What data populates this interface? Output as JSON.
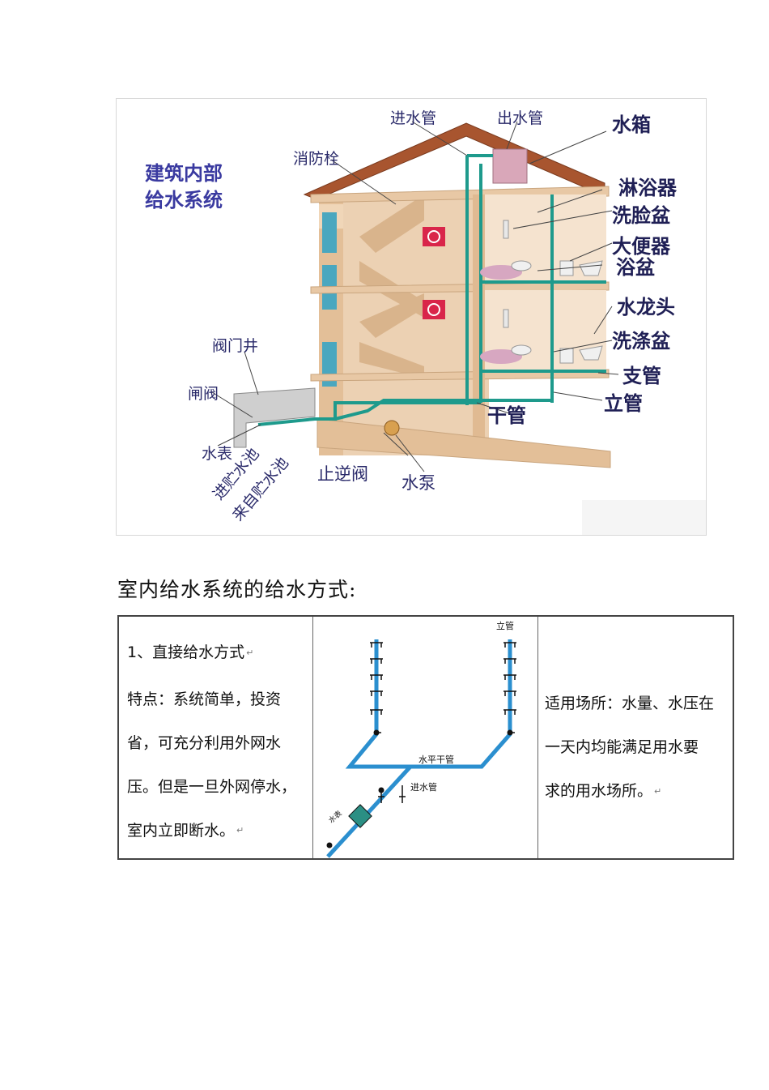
{
  "figure": {
    "title_line1": "建筑内部",
    "title_line2": "给水系统",
    "labels": {
      "inlet_pipe": "进水管",
      "outlet_pipe": "出水管",
      "water_tank": "水箱",
      "hydrant": "消防栓",
      "shower": "淋浴器",
      "washbasin": "洗脸盆",
      "toilet": "大便器",
      "bathtub": "浴盆",
      "faucet": "水龙头",
      "sink": "洗涤盆",
      "branch_pipe": "支管",
      "riser": "立管",
      "main_pipe": "干管",
      "valve_well": "阀门井",
      "gate_valve": "闸阀",
      "water_meter": "水表",
      "to_storage": "进贮水池",
      "from_storage": "来自贮水池",
      "check_valve": "止逆阀",
      "pump": "水泵"
    }
  },
  "section_heading": "室内给水系统的给水方式:",
  "table": {
    "left": {
      "title": "1、直接给水方式",
      "lines": [
        "特点：系统简单，投资",
        "省，可充分利用外网水",
        "压。但是一旦外网停水，",
        "室内立即断水。"
      ]
    },
    "diagram": {
      "riser_label": "立管",
      "horizontal_main_label": "水平干管",
      "inlet_label": "进水管",
      "meter_label": "水表"
    },
    "right": {
      "lines": [
        "适用场所：水量、水压在",
        "一天内均能满足用水要",
        "求的用水场所。"
      ]
    }
  },
  "colors": {
    "pipe": "#1e9a8c",
    "wall": "#e3bf98",
    "roof": "#a8552f",
    "diagram_pipe": "#2b8fcf",
    "label_text": "#2a2a6a"
  }
}
